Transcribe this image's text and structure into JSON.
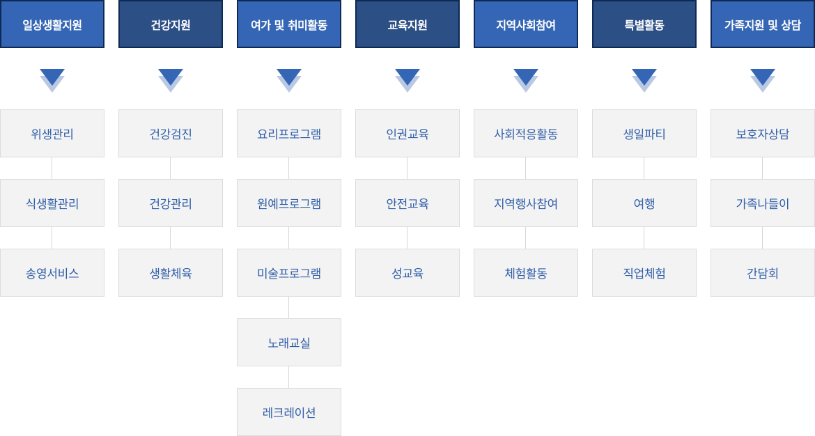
{
  "columns": [
    {
      "title": "일상생활지원",
      "items": [
        "위생관리",
        "식생활관리",
        "송영서비스"
      ]
    },
    {
      "title": "건강지원",
      "items": [
        "건강검진",
        "건강관리",
        "생활체육"
      ]
    },
    {
      "title": "여가 및 취미활동",
      "items": [
        "요리프로그램",
        "원예프로그램",
        "미술프로그램",
        "노래교실",
        "레크레이션"
      ]
    },
    {
      "title": "교육지원",
      "items": [
        "인권교육",
        "안전교육",
        "성교육"
      ]
    },
    {
      "title": "지역사회참여",
      "items": [
        "사회적응활동",
        "지역행사참여",
        "체험활동"
      ]
    },
    {
      "title": "특별활동",
      "items": [
        "생일파티",
        "여행",
        "직업체험"
      ]
    },
    {
      "title": "가족지원 및 상담",
      "items": [
        "보호자상담",
        "가족나들이",
        "간담회"
      ]
    }
  ],
  "colors": {
    "header_light": "#3566b5",
    "header_dark": "#2c4f85",
    "header_border": "#0f2a52",
    "arrow_front": "#3566b5",
    "arrow_back": "#b9c8e3",
    "item_background": "#f3f3f3",
    "item_border": "#dcdcdc",
    "item_text": "#2f5ea8",
    "connector": "#d6d6d6"
  }
}
